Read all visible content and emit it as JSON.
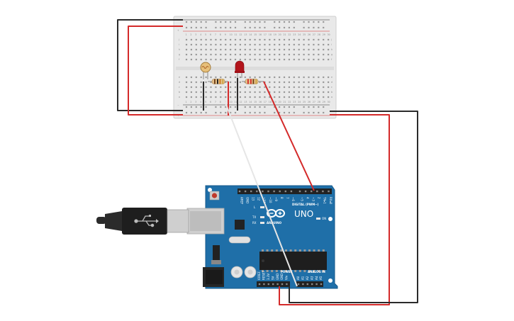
{
  "board": {
    "brand": "ARDUINO",
    "model": "UNO",
    "header_digital": "DIGITAL (PWM~)",
    "header_power": "POWER",
    "header_analog": "ANALOG IN",
    "led_l": "L",
    "led_tx": "TX",
    "led_rx": "RX",
    "led_on": "ON",
    "pins_top": [
      "AREF",
      "GND",
      "13",
      "12",
      "~11",
      "~10",
      "~9",
      "8",
      "7",
      "~6",
      "~5",
      "4",
      "~3",
      "2",
      "TX▸1",
      "RX◂0"
    ],
    "pins_power": [
      "IOREF",
      "RESET",
      "3.3V",
      "5V",
      "GND",
      "GND",
      "Vin"
    ],
    "pins_analog": [
      "A0",
      "A1",
      "A2",
      "A3",
      "A4",
      "A5"
    ]
  },
  "breadboard": {
    "column_numbers": [
      "1",
      "2",
      "3",
      "4",
      "5",
      "6",
      "7",
      "8",
      "9",
      "10",
      "11",
      "12",
      "13",
      "14",
      "15",
      "16",
      "17",
      "18",
      "19",
      "20",
      "21",
      "22",
      "23",
      "24",
      "25",
      "26",
      "27",
      "28",
      "29",
      "30"
    ],
    "row_letters_top": [
      "j",
      "i",
      "h",
      "g",
      "f"
    ],
    "row_letters_bottom": [
      "e",
      "d",
      "c",
      "b",
      "a"
    ],
    "rail_plus": "+",
    "rail_minus": "−"
  },
  "colors": {
    "wire_red": "#d42a2a",
    "wire_black": "#2b2b2b",
    "wire_white": "#e8e8e8",
    "board_blue": "#1f6fa8",
    "breadboard": "#e9e9e9",
    "led_red": "#b3141b"
  }
}
